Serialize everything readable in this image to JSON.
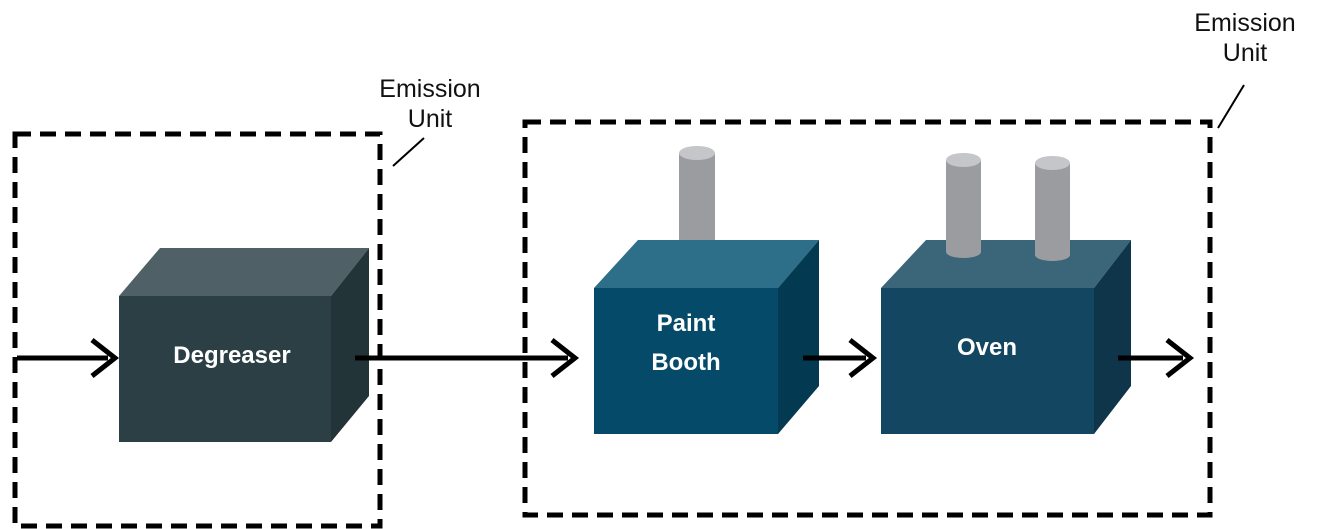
{
  "emission_units": [
    {
      "label_line1": "Emission",
      "label_line2": "Unit"
    },
    {
      "label_line1": "Emission",
      "label_line2": "Unit"
    }
  ],
  "equipment": {
    "degreaser": {
      "label": "Degreaser"
    },
    "paint_booth": {
      "label_line1": "Paint",
      "label_line2": "Booth"
    },
    "oven": {
      "label": "Oven"
    }
  },
  "colors": {
    "degreaser_front": "#2b3f45",
    "degreaser_top": "#4f6166",
    "degreaser_side": "#223438",
    "paint_front": "#054b69",
    "paint_top": "#2d6e88",
    "paint_side": "#033a52",
    "oven_front": "#134660",
    "oven_top": "#3b6679",
    "oven_side": "#0e3549",
    "stack": "#9a9ca0",
    "stack_top": "#c4c6c9",
    "dashed_border": "#000000",
    "arrow": "#000000"
  }
}
